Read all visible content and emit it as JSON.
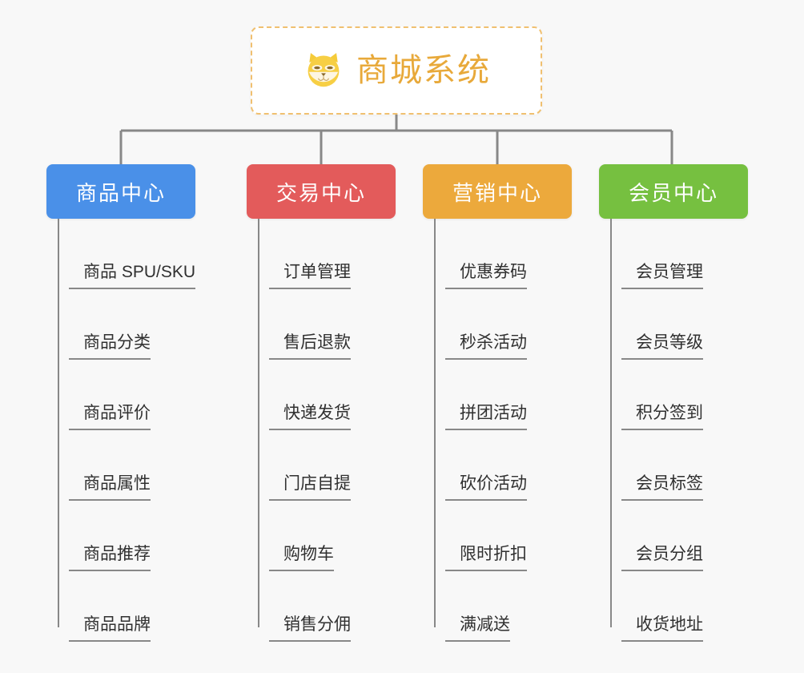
{
  "background_color": "#f8f8f8",
  "root": {
    "icon": "shiba-dog-face-icon",
    "title": "商城系统",
    "text_color": "#e8a93a",
    "border_color": "#f0c070"
  },
  "branches": [
    {
      "id": "product-center",
      "label": "商品中心",
      "color": "#4a90e8",
      "items": [
        "商品 SPU/SKU",
        "商品分类",
        "商品评价",
        "商品属性",
        "商品推荐",
        "商品品牌"
      ]
    },
    {
      "id": "trade-center",
      "label": "交易中心",
      "color": "#e35b5b",
      "items": [
        "订单管理",
        "售后退款",
        "快递发货",
        "门店自提",
        "购物车",
        "销售分佣"
      ]
    },
    {
      "id": "marketing-center",
      "label": "营销中心",
      "color": "#eca93c",
      "items": [
        "优惠券码",
        "秒杀活动",
        "拼团活动",
        "砍价活动",
        "限时折扣",
        "满减送"
      ]
    },
    {
      "id": "member-center",
      "label": "会员中心",
      "color": "#76c040",
      "items": [
        "会员管理",
        "会员等级",
        "积分签到",
        "会员标签",
        "会员分组",
        "收货地址"
      ]
    }
  ],
  "connector_color": "#888888"
}
